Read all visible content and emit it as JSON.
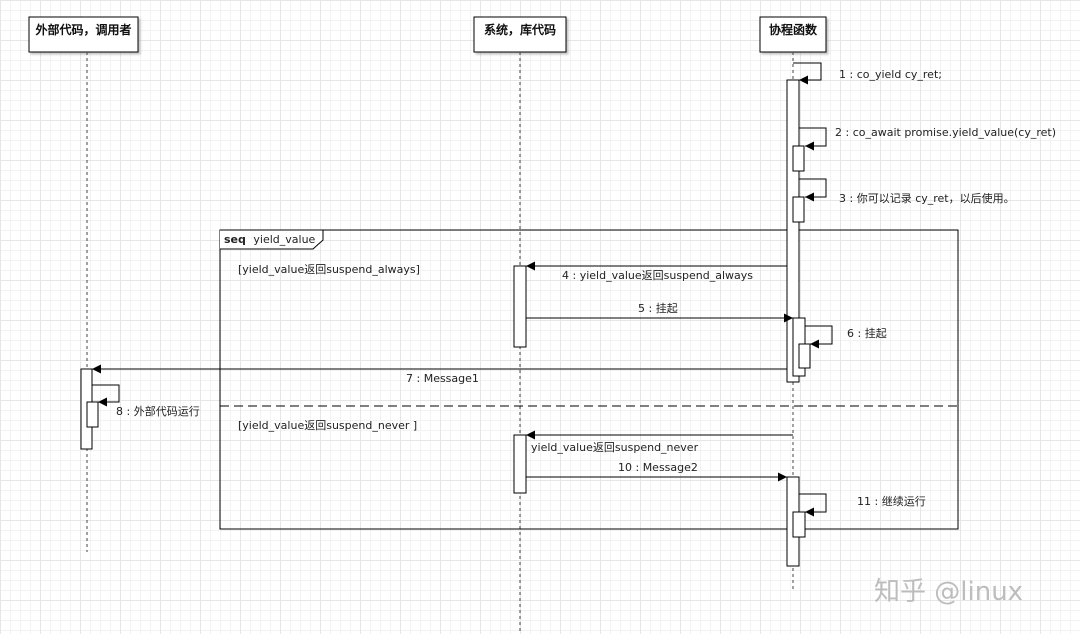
{
  "participants": [
    {
      "id": "caller",
      "label": "外部代码，调用者"
    },
    {
      "id": "lib",
      "label": "系统，库代码"
    },
    {
      "id": "coro",
      "label": "协程函数"
    }
  ],
  "fragment": {
    "keyword": "seq",
    "name": "yield_value",
    "guard_1": "[yield_value返回suspend_always]",
    "guard_2": "[yield_value返回suspend_never ]"
  },
  "messages": [
    {
      "id": "m1",
      "label": "1 : co_yield cy_ret;"
    },
    {
      "id": "m2",
      "label": "2 : co_await promise.yield_value(cy_ret)"
    },
    {
      "id": "m3",
      "label": "3 : 你可以记录 cy_ret，以后使用。"
    },
    {
      "id": "m4",
      "label": "4 : yield_value返回suspend_always"
    },
    {
      "id": "m5",
      "label": "5 : 挂起"
    },
    {
      "id": "m6",
      "label": "6 : 挂起"
    },
    {
      "id": "m7",
      "label": "7 : Message1"
    },
    {
      "id": "m8",
      "label": "8 : 外部代码运行"
    },
    {
      "id": "m9",
      "label": "yield_value返回suspend_never"
    },
    {
      "id": "m10",
      "label": "10 : Message2"
    },
    {
      "id": "m11",
      "label": "11 : 继续运行"
    }
  ],
  "watermark": "知乎 @linux"
}
